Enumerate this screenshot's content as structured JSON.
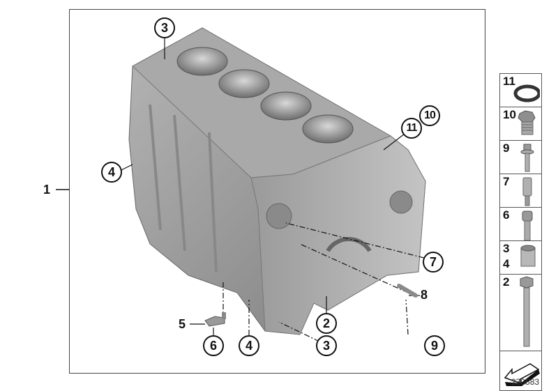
{
  "diagram": {
    "title": "Engine block (cylinder crankcase) exploded parts view",
    "main_label": "1",
    "callouts": [
      {
        "id": "c3-top",
        "label": "3"
      },
      {
        "id": "c4-left",
        "label": "4"
      },
      {
        "id": "c11",
        "label": "11"
      },
      {
        "id": "c10",
        "label": "10"
      },
      {
        "id": "c7",
        "label": "7"
      },
      {
        "id": "c2",
        "label": "2"
      },
      {
        "id": "c3-bottom",
        "label": "3"
      },
      {
        "id": "c4-bottom",
        "label": "4"
      },
      {
        "id": "c6",
        "label": "6"
      },
      {
        "id": "c9",
        "label": "9"
      }
    ],
    "plain_labels": [
      {
        "id": "l5",
        "label": "5"
      },
      {
        "id": "l8",
        "label": "8"
      }
    ],
    "parts_list": [
      {
        "label": "11",
        "part": "sealing ring"
      },
      {
        "label": "10",
        "part": "screw plug"
      },
      {
        "label": "9",
        "part": "bolt with collar"
      },
      {
        "label": "7",
        "part": "stud / sleeve"
      },
      {
        "label": "6",
        "part": "socket head screw"
      },
      {
        "label": "3",
        "label2": "4",
        "part": "dowel sleeve"
      },
      {
        "label": "2",
        "part": "hex bolt"
      },
      {
        "label": "",
        "part": "arrow icon"
      }
    ],
    "document_number": "230583"
  }
}
